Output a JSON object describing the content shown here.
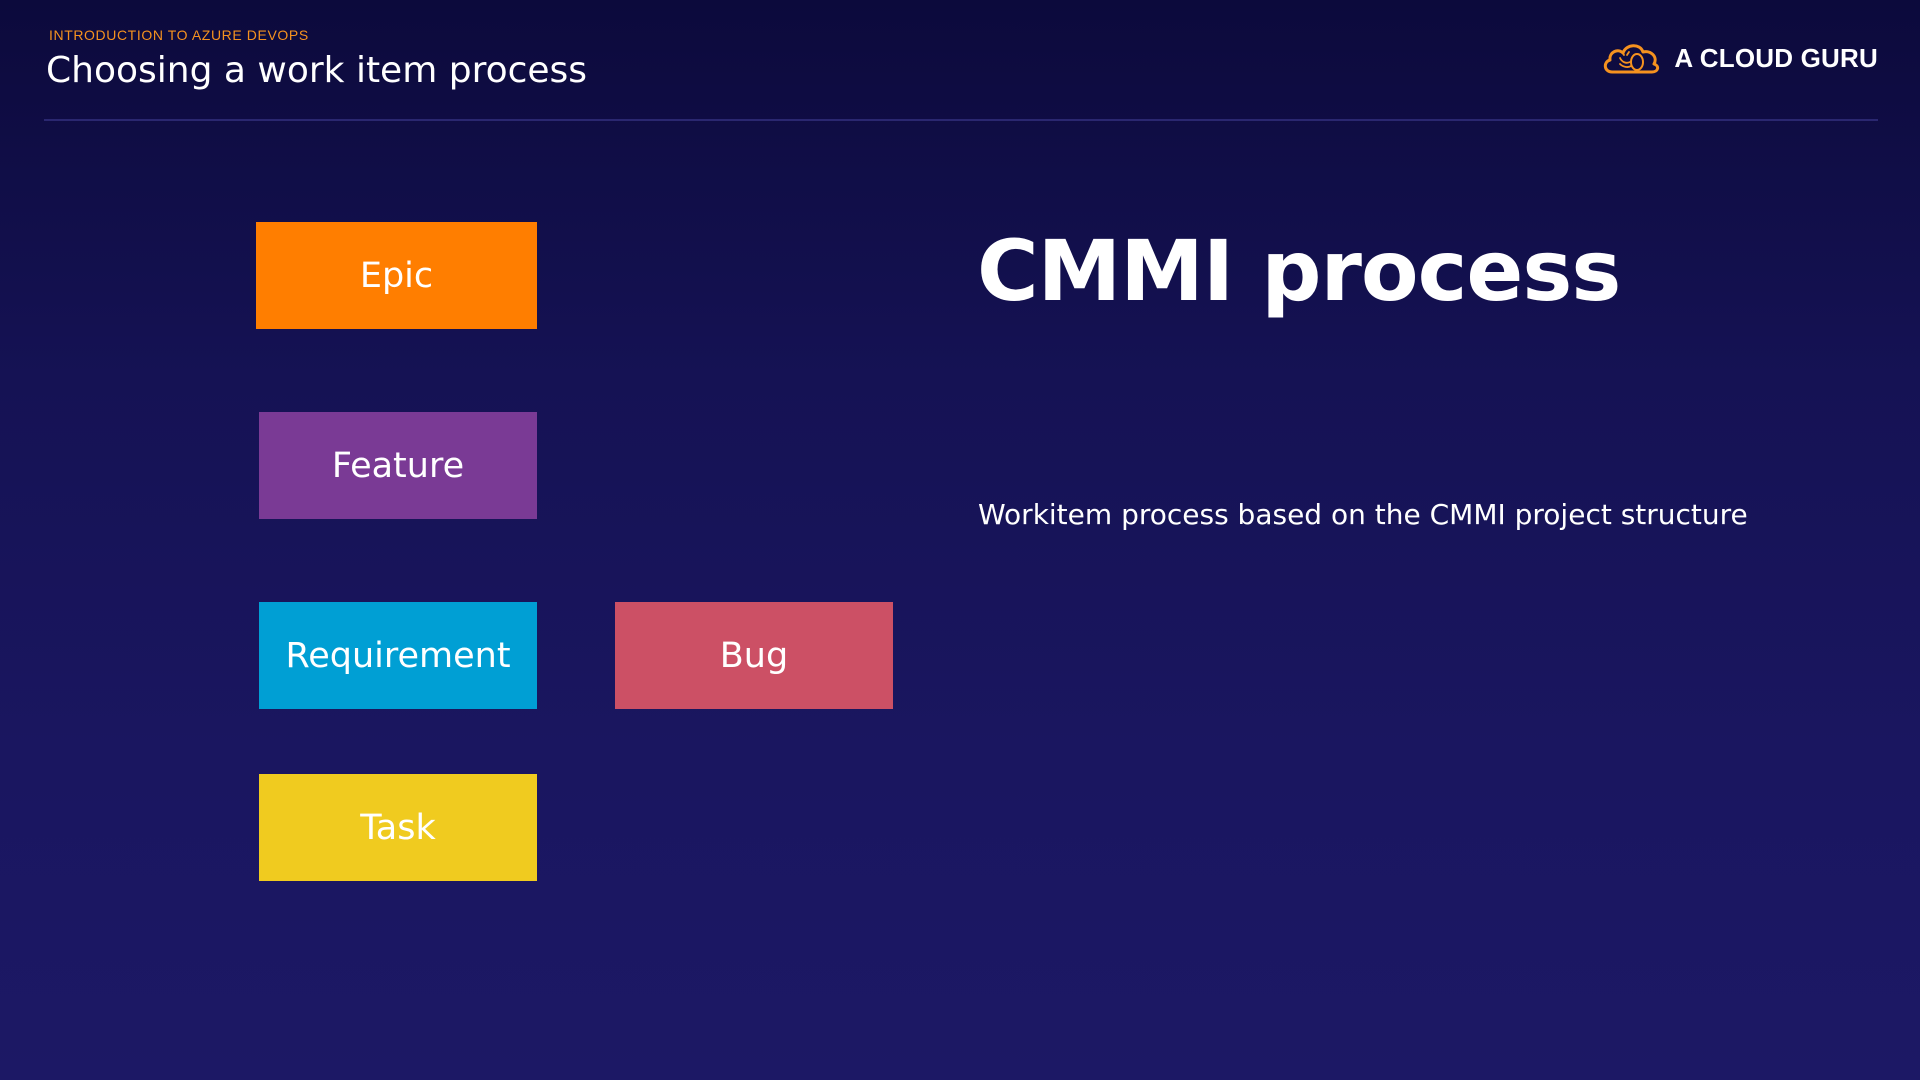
{
  "header": {
    "eyebrow": "INTRODUCTION TO AZURE DEVOPS",
    "title": "Choosing a work item process"
  },
  "brand": {
    "name": "A CLOUD GURU",
    "icon": "cloud-logo-icon",
    "accent_color": "#f5921f"
  },
  "work_items": [
    {
      "label": "Epic",
      "color": "#ff7e00"
    },
    {
      "label": "Feature",
      "color": "#7a3a95"
    },
    {
      "label": "Requirement",
      "color": "#009fd4"
    },
    {
      "label": "Bug",
      "color": "#cc5065"
    },
    {
      "label": "Task",
      "color": "#f0cb1f"
    }
  ],
  "main": {
    "heading": "CMMI process",
    "description": "Workitem process based on the CMMI project structure"
  },
  "colors": {
    "background_top": "#0c0a3c",
    "background_bottom": "#1c1865",
    "text": "#ffffff"
  }
}
